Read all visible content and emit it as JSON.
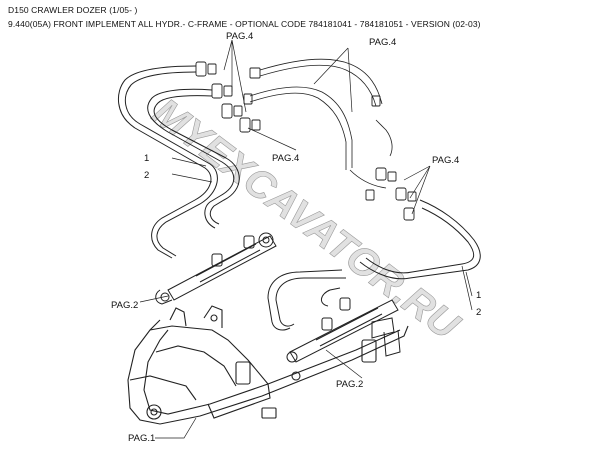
{
  "header": {
    "model": "D150 CRAWLER DOZER (1/05- )",
    "section": "9.440(05A) FRONT IMPLEMENT ALL HYDR.- C-FRAME - OPTIONAL CODE 784181041 - 784181051 - VERSION (02-03)"
  },
  "callouts": {
    "pag4_top_left": "PAG.4",
    "pag4_top_right": "PAG.4",
    "pag4_middle": "PAG.4",
    "pag4_right": "PAG.4",
    "pag2_left": "PAG.2",
    "pag2_bottom": "PAG.2",
    "pag1": "PAG.1",
    "item1_left": "1",
    "item2_left": "2",
    "item1_right": "1",
    "item2_right": "2"
  },
  "watermark": "MYEXCAVATOR.RU"
}
